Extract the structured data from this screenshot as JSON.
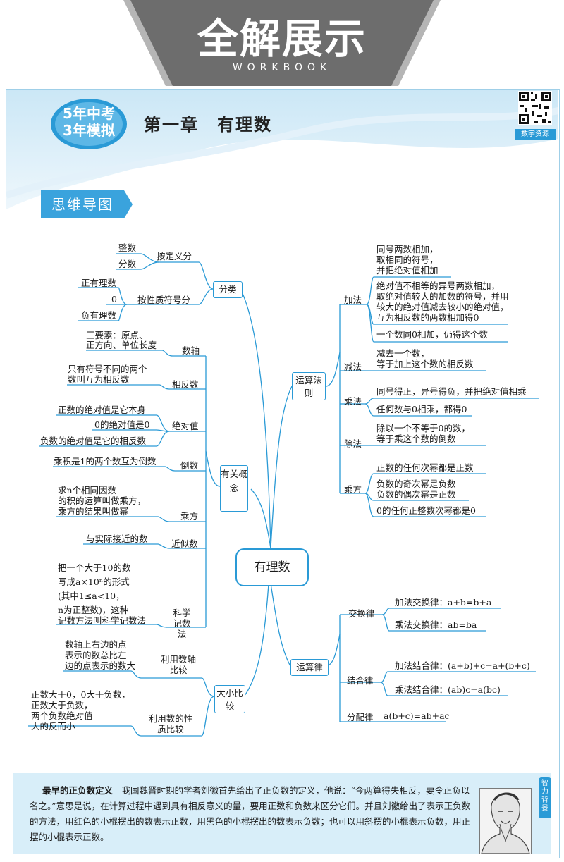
{
  "banner": {
    "title": "全解展示",
    "subtitle": "WORKBOOK"
  },
  "header": {
    "logo_line1": "5年中考",
    "logo_line2": "3年模拟",
    "chapter_title": "第一章　有理数",
    "qr_label": "数字资源"
  },
  "mindmap_tab": "思维导图",
  "center": "有理数",
  "left": {
    "classify": {
      "label": "分类",
      "by_definition": {
        "label": "按定义分",
        "items": [
          "整数",
          "分数"
        ]
      },
      "by_sign": {
        "label": "按性质符号分",
        "items": [
          "正有理数",
          "0",
          "负有理数"
        ]
      }
    },
    "concepts": {
      "label": "有关概念",
      "number_line": {
        "label": "数轴",
        "desc": [
          "三要素：原点、",
          "正方向、单位长度"
        ]
      },
      "opposite": {
        "label": "相反数",
        "desc": [
          "只有符号不同的两个",
          "数叫互为相反数"
        ]
      },
      "absolute": {
        "label": "绝对值",
        "items": [
          "正数的绝对值是它本身",
          "0的绝对值是0",
          "负数的绝对值是它的相反数"
        ]
      },
      "reciprocal": {
        "label": "倒数",
        "desc": [
          "乘积是1的两个数互为倒数"
        ]
      },
      "power": {
        "label": "乘方",
        "desc": [
          "求n个相同因数",
          "的积的运算叫做乘方，",
          "乘方的结果叫做幂"
        ]
      },
      "approx": {
        "label": "近似数",
        "desc": [
          "与实际接近的数"
        ]
      },
      "scientific": {
        "label": "科学记数法",
        "desc": [
          "把一个大于10的数",
          "写成a×10ⁿ的形式",
          "(其中1≤a<10，",
          "n为正整数)，这种",
          "记数方法叫科学记数法"
        ]
      }
    },
    "compare": {
      "label": "大小比较",
      "by_line": {
        "label": "利用数轴比较",
        "desc": [
          "数轴上右边的点",
          "表示的数总比左",
          "边的点表示的数大"
        ]
      },
      "by_property": {
        "label": "利用数的性质比较",
        "desc": [
          "正数大于0，0大于负数，",
          "正数大于负数，",
          "两个负数绝对值",
          "大的反而小"
        ]
      }
    }
  },
  "right": {
    "rules": {
      "label": "运算法则",
      "add": {
        "label": "加法",
        "items": [
          [
            "同号两数相加，",
            "取相同的符号，",
            "并把绝对值相加"
          ],
          [
            "绝对值不相等的异号两数相加，",
            "取绝对值较大的加数的符号，并用",
            "较大的绝对值减去较小的绝对值，",
            "互为相反数的两数相加得0"
          ],
          [
            "一个数同0相加，仍得这个数"
          ]
        ]
      },
      "sub": {
        "label": "减法",
        "items": [
          [
            "减去一个数，",
            "等于加上这个数的相反数"
          ]
        ]
      },
      "mul": {
        "label": "乘法",
        "items": [
          [
            "同号得正，异号得负，并把绝对值相乘"
          ],
          [
            "任何数与0相乘，都得0"
          ]
        ]
      },
      "div": {
        "label": "除法",
        "items": [
          [
            "除以一个不等于0的数，",
            "等于乘这个数的倒数"
          ]
        ]
      },
      "pow": {
        "label": "乘方",
        "items": [
          [
            "正数的任何次幂都是正数"
          ],
          [
            "负数的奇次幂是负数",
            "负数的偶次幂是正数"
          ],
          [
            "0的任何正整数次幂都是0"
          ]
        ]
      }
    },
    "laws": {
      "label": "运算律",
      "commutative": {
        "label": "交换律",
        "items": [
          "加法交换律：a+b=b+a",
          "乘法交换律：ab=ba"
        ]
      },
      "associative": {
        "label": "结合律",
        "items": [
          "加法结合律：(a+b)+c=a+(b+c)",
          "乘法结合律：(ab)c=a(bc)"
        ]
      },
      "distributive": {
        "label": "分配律",
        "items": [
          "a(b+c)=ab+ac"
        ]
      }
    }
  },
  "note": {
    "title": "最早的正负数定义",
    "body": "我国魏晋时期的学者刘徽首先给出了正负数的定义，他说：“今两算得失相反，要令正负以名之。”意思是说，在计算过程中遇到具有相反意义的量，要用正数和负数来区分它们。并且刘徽给出了表示正负数的方法，用红色的小棍摆出的数表示正数，用黑色的小棍摆出的数表示负数；也可以用斜摆的小棍表示负数，用正摆的小棍表示正数。",
    "side_tab": "智力背景"
  },
  "colors": {
    "accent": "#2a9ad6",
    "banner_gray": "#6d6d6d",
    "note_bg": "#d8eef9"
  }
}
